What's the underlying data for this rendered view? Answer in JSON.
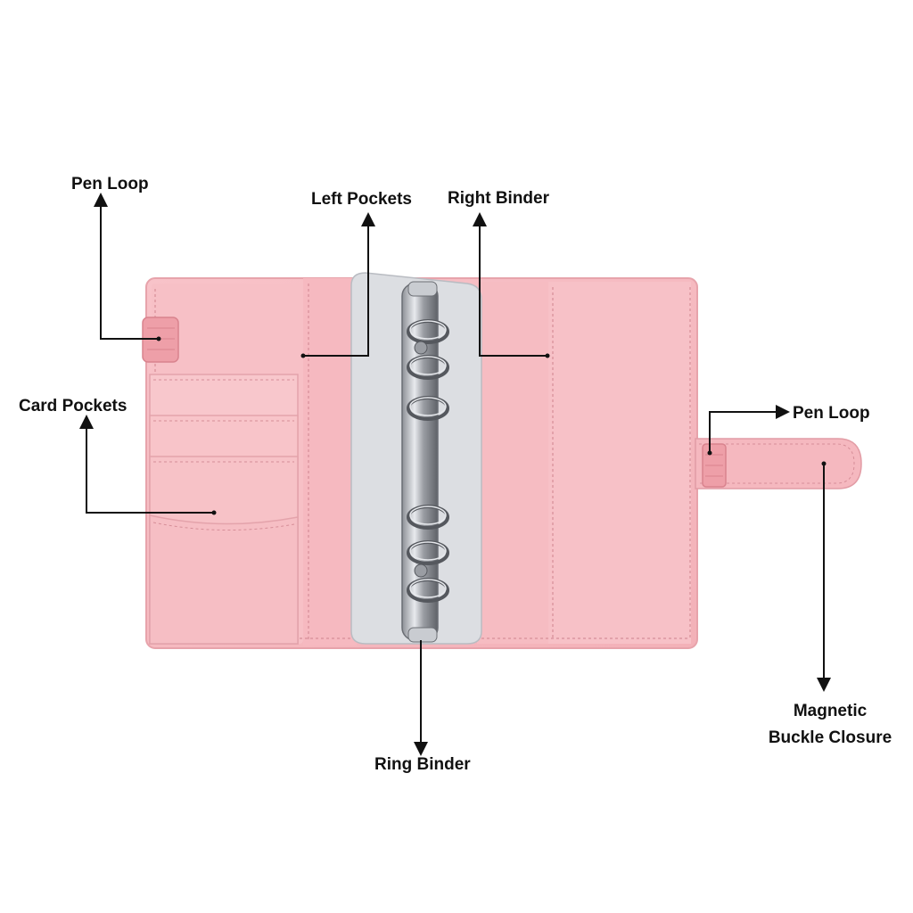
{
  "diagram": {
    "labels": {
      "pen_loop_left": "Pen Loop",
      "left_pockets": "Left Pockets",
      "right_binder": "Right Binder",
      "card_pockets": "Card Pockets",
      "pen_loop_right": "Pen Loop",
      "magnetic_line1": "Magnetic",
      "magnetic_line2": "Buckle Closure",
      "ring_binder": "Ring Binder"
    }
  },
  "colors": {
    "cover": "#f6bcc2",
    "cover_edge": "#e7a3ab",
    "pocket": "#f8c5ca",
    "stitch": "#d68e98",
    "insert": "#dcdee2",
    "metal": "#b9bcc2",
    "pen_loop": "#ee9fa8",
    "arrow": "#111111"
  }
}
